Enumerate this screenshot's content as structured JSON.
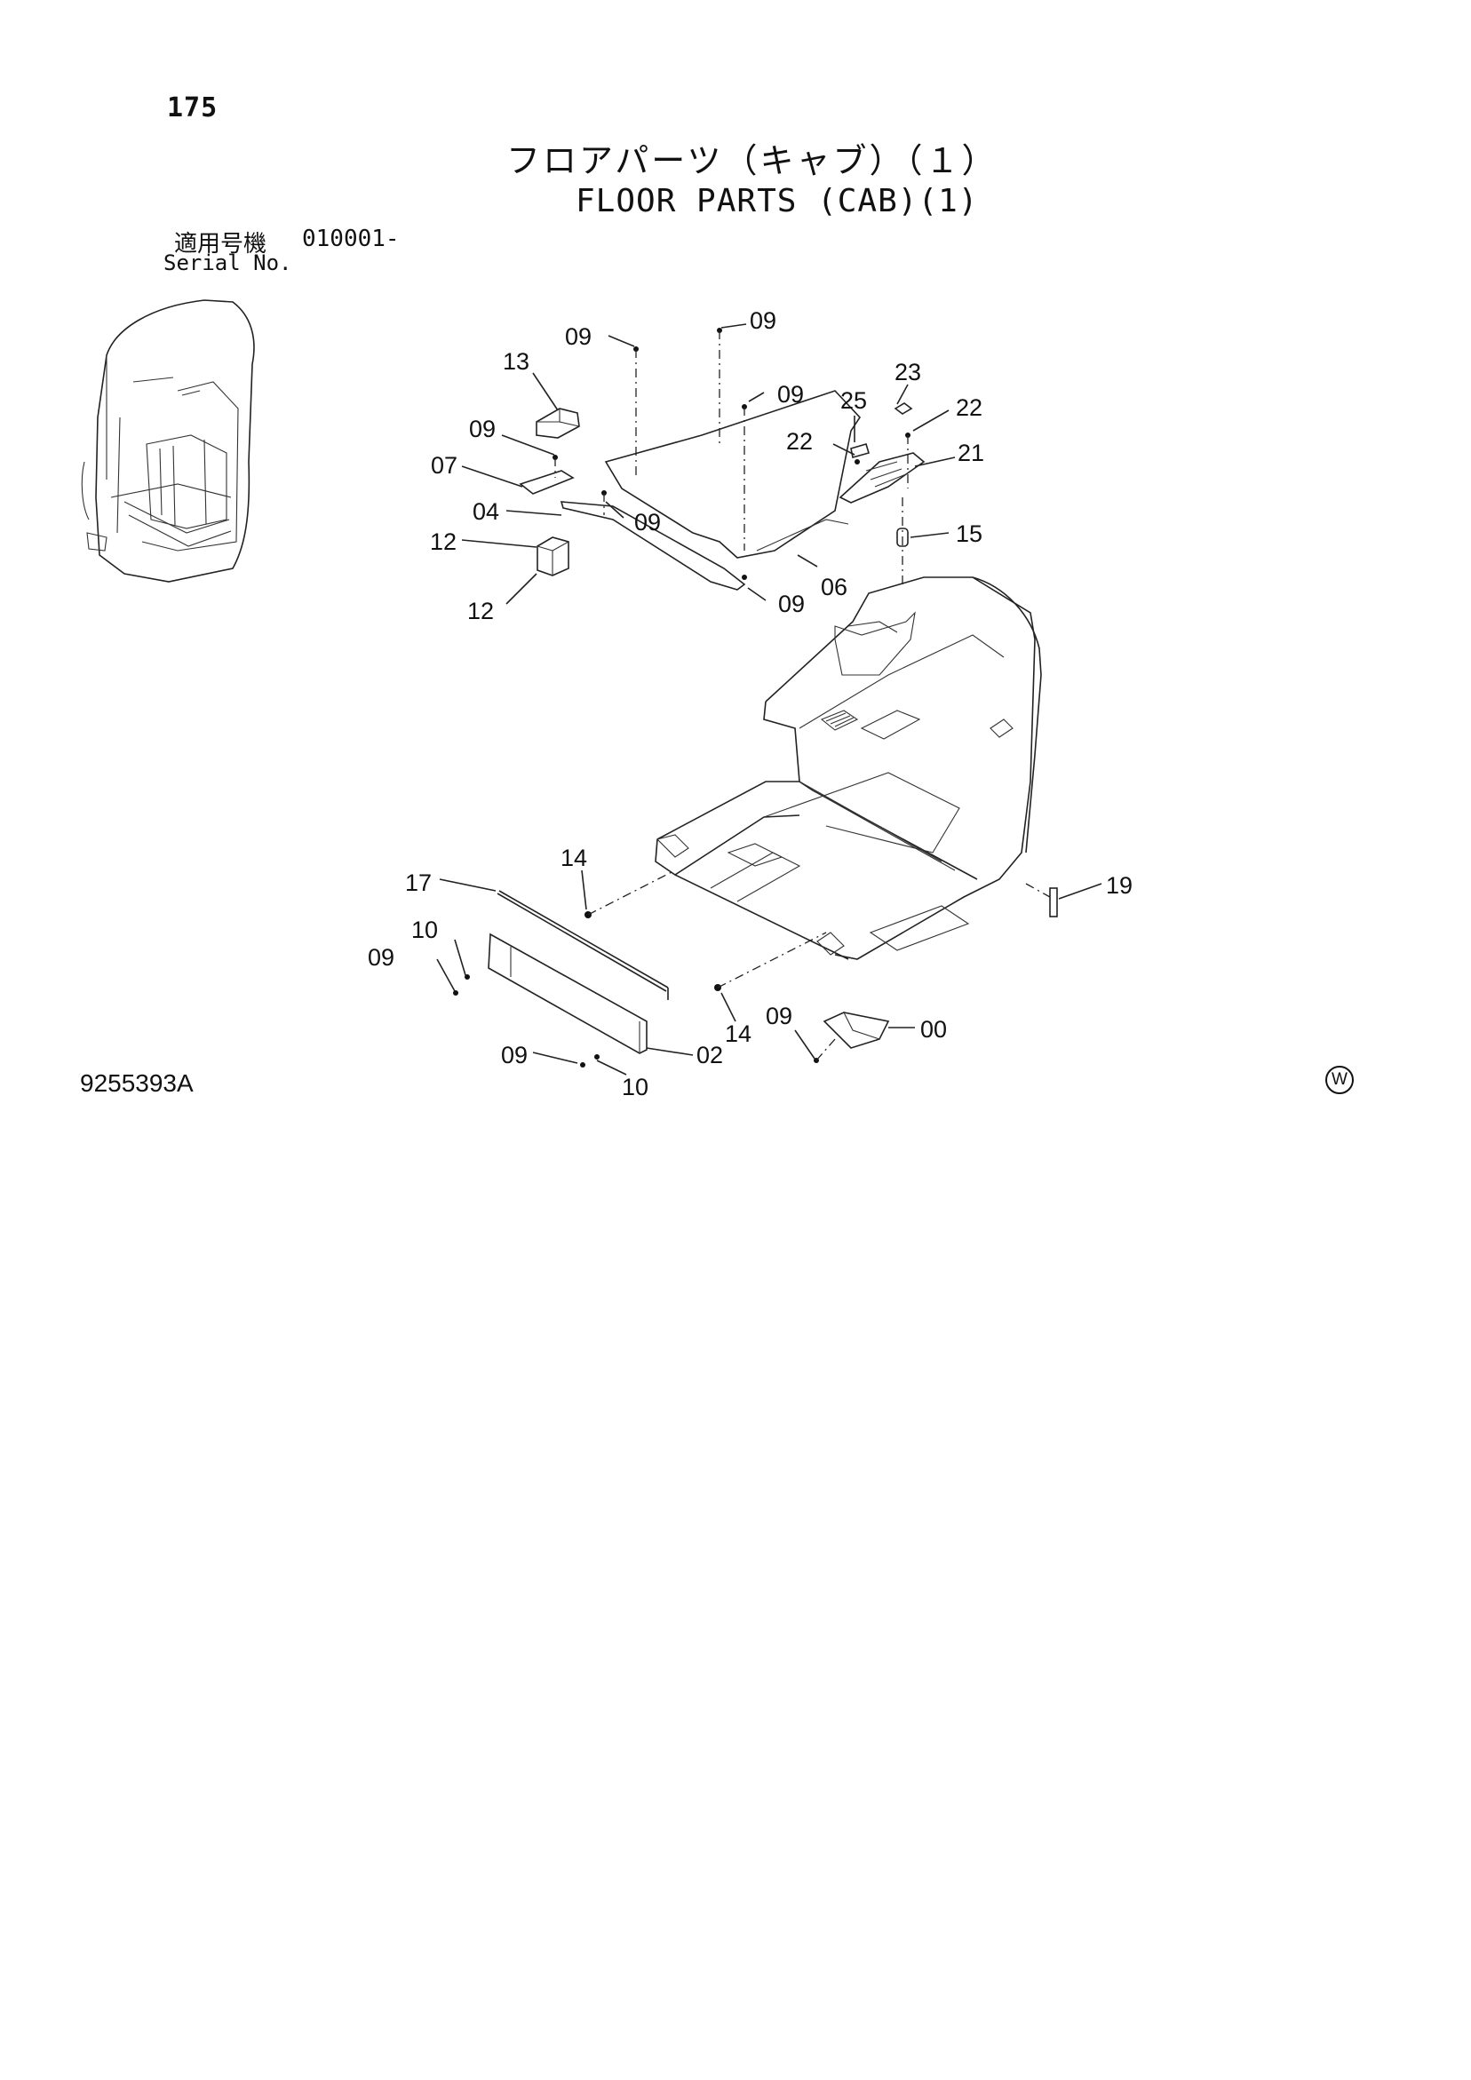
{
  "page": {
    "number": "175",
    "title_jp": "フロアパーツ（キャブ）（１）",
    "title_en": "FLOOR PARTS (CAB)(1)",
    "serial_label_jp": "適用号機",
    "serial_value": "010001-",
    "serial_label_en": "Serial No.",
    "doc_code": "9255393A",
    "watermark_badge": "W"
  },
  "callouts": {
    "c09_top1": "09",
    "c09_top2": "09",
    "c09_mid": "09",
    "c13": "13",
    "c23": "23",
    "c25": "25",
    "c22_right": "22",
    "c22_left": "22",
    "c09_left": "09",
    "c21": "21",
    "c07": "07",
    "c04": "04",
    "c09_center": "09",
    "c15": "15",
    "c12_top": "12",
    "c06": "06",
    "c09_lower": "09",
    "c12_bottom": "12",
    "c14_top": "14",
    "c17": "17",
    "c19": "19",
    "c10_left": "10",
    "c09_bl": "09",
    "c14_bottom": "14",
    "c09_bottom_center": "09",
    "c00": "00",
    "c09_bottom_left": "09",
    "c02": "02",
    "c10_bottom": "10"
  },
  "icons": [
    "cab-overview-thumbnail",
    "floor-frame-drawing"
  ]
}
